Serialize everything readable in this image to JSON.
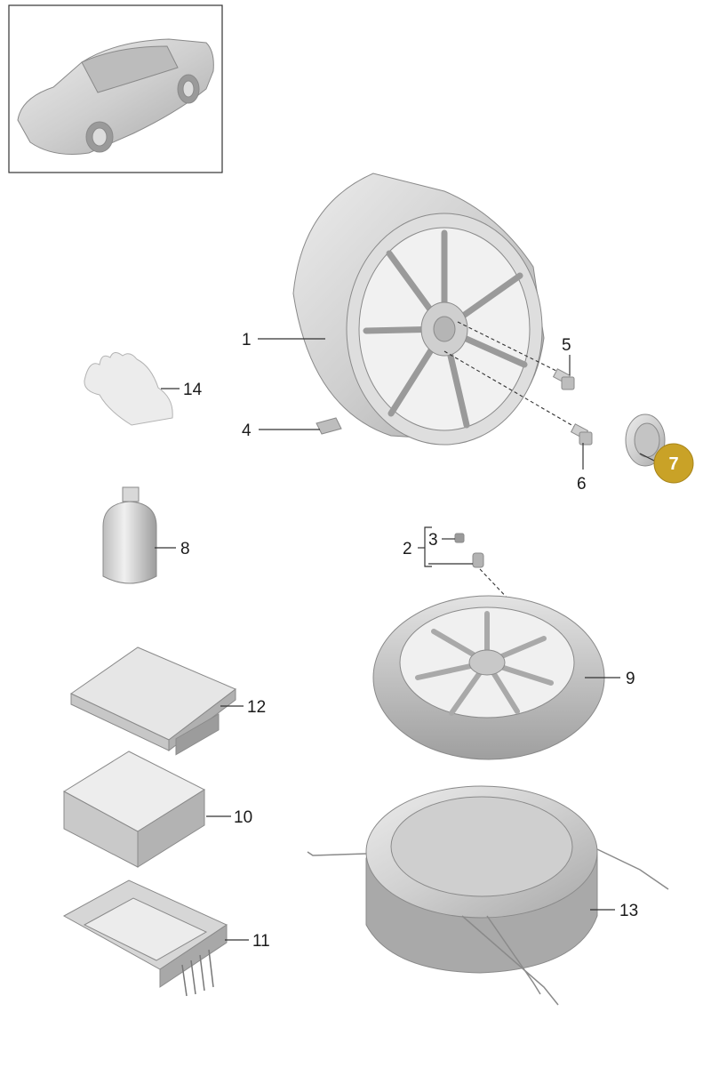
{
  "callouts": {
    "c1": "1",
    "c2": "2",
    "c3": "3",
    "c4": "4",
    "c5": "5",
    "c6": "6",
    "c7": "7",
    "c8": "8",
    "c9": "9",
    "c10": "10",
    "c11": "11",
    "c12": "12",
    "c13": "13",
    "c14": "14"
  },
  "highlight": {
    "callout": "7",
    "color": "#c9a227"
  },
  "colors": {
    "part_fill": "#d2d2d2",
    "part_dark": "#a9a9a9",
    "part_light": "#e9e9e9",
    "line": "#333333"
  }
}
